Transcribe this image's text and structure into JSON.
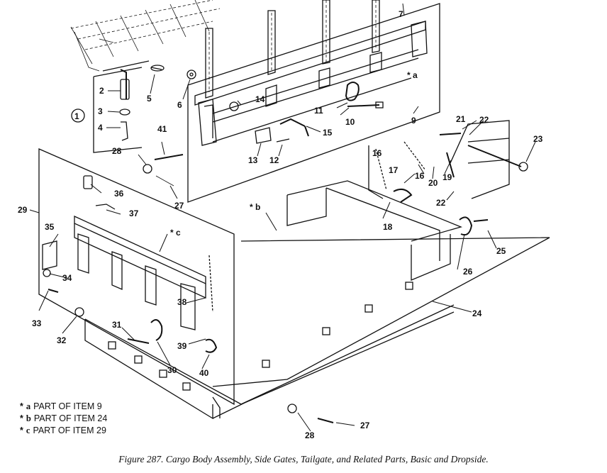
{
  "figure": {
    "caption": "Figure 287. Cargo Body Assembly, Side Gates, Tailgate, and Related Parts, Basic and Dropside."
  },
  "legend": [
    {
      "star": "*",
      "key": "a",
      "text": "PART OF ITEM 9"
    },
    {
      "star": "*",
      "key": "b",
      "text": "PART OF ITEM 24"
    },
    {
      "star": "*",
      "key": "c",
      "text": "PART OF ITEM 29"
    }
  ],
  "callouts": {
    "n1": "1",
    "n2": "2",
    "n3": "3",
    "n4": "4",
    "n5": "5",
    "n6": "6",
    "n7": "7",
    "n9": "9",
    "n10": "10",
    "n11": "11",
    "n12": "12",
    "n13": "13",
    "n14": "14",
    "n15": "15",
    "n16a": "16",
    "n16b": "16",
    "n17": "17",
    "n18": "18",
    "n19": "19",
    "n20": "20",
    "n21": "21",
    "n22a": "22",
    "n22b": "22",
    "n23": "23",
    "n24": "24",
    "n25": "25",
    "n26": "26",
    "n27a": "27",
    "n27b": "27",
    "n28a": "28",
    "n28b": "28",
    "n29": "29",
    "n30": "30",
    "n31": "31",
    "n32": "32",
    "n33": "33",
    "n34": "34",
    "n35": "35",
    "n36": "36",
    "n37": "37",
    "n38": "38",
    "n39": "39",
    "n40": "40",
    "n41": "41",
    "sa": "* a",
    "sb": "* b",
    "sc": "* c"
  }
}
